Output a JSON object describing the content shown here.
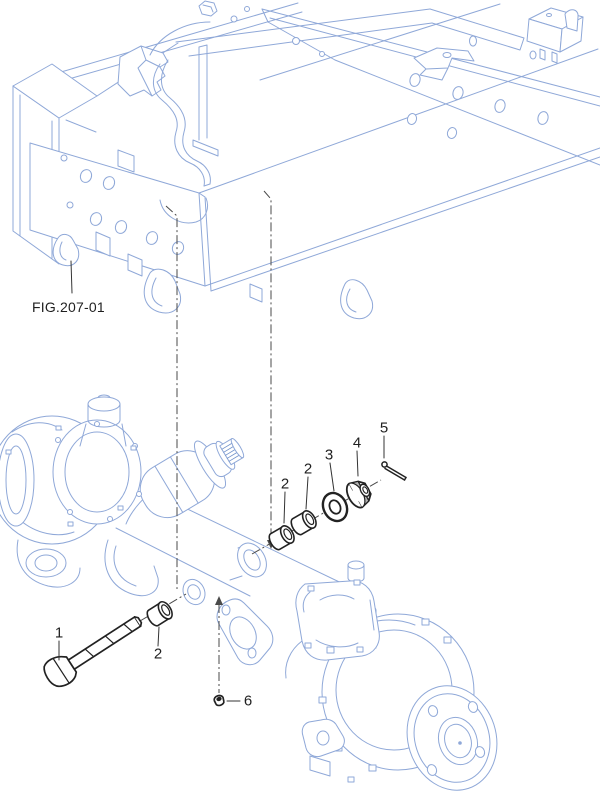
{
  "figure": {
    "reference_label": "FIG.207-01"
  },
  "callouts": [
    {
      "id": "1",
      "label": "1"
    },
    {
      "id": "2a",
      "label": "2"
    },
    {
      "id": "2b",
      "label": "2"
    },
    {
      "id": "2c",
      "label": "2"
    },
    {
      "id": "3",
      "label": "3"
    },
    {
      "id": "4",
      "label": "4"
    },
    {
      "id": "5",
      "label": "5"
    },
    {
      "id": "6",
      "label": "6"
    }
  ],
  "colors": {
    "assembly_line_blue": "#8fa8d8",
    "assembly_line_blue_light": "#b6c6e8",
    "part_line_dark": "#222222",
    "centerline_gray": "#4a4a4a",
    "label_text": "#1f1f1f",
    "background": "#ffffff"
  }
}
